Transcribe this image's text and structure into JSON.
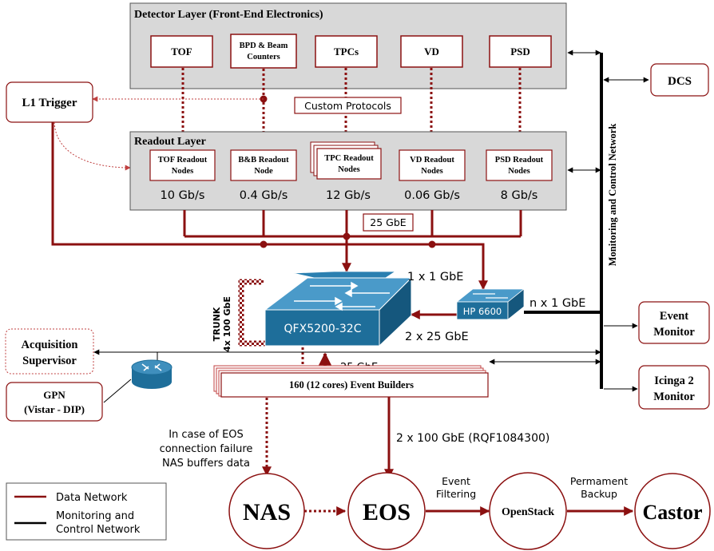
{
  "detector_layer": {
    "title": "Detector  Layer (Front-End Electronics)",
    "modules": [
      {
        "line1": "TOF",
        "line2": ""
      },
      {
        "line1": "BPD & Beam",
        "line2": "Counters"
      },
      {
        "line1": "TPCs",
        "line2": ""
      },
      {
        "line1": "VD",
        "line2": ""
      },
      {
        "line1": "PSD",
        "line2": ""
      }
    ]
  },
  "custom_protocols": "Custom Protocols",
  "readout_layer": {
    "title": "Readout Layer",
    "nodes": [
      {
        "line1": "TOF Readout",
        "line2": "Nodes",
        "rate": "10 Gb/s"
      },
      {
        "line1": "B&B Readout",
        "line2": "Node",
        "rate": "0.4 Gb/s"
      },
      {
        "line1": "TPC Readout",
        "line2": "Nodes",
        "rate": "12 Gb/s"
      },
      {
        "line1": "VD  Readout",
        "line2": "Nodes",
        "rate": "0.06 Gb/s"
      },
      {
        "line1": "PSD Readout",
        "line2": "Nodes",
        "rate": "8 Gb/s"
      }
    ],
    "link": "25 GbE"
  },
  "l1_trigger": "L1 Trigger",
  "dcs": "DCS",
  "monitoring_network_label": "Monitoring and Control Network",
  "switch_main": "QFX5200-32C",
  "switch_small": "HP 6600",
  "trunk": {
    "line1": "TRUNK",
    "line2": "4x 100 GbE"
  },
  "links": {
    "uplink": "1 x 1 GbE",
    "n_links": "n x 1 GbE",
    "hp_to_qfx": "2 x 25 GbE",
    "qfx_to_eb": "25 GbE",
    "eb_to_eos": "2 x 100 GbE (RQF1084300)"
  },
  "event_monitor": {
    "line1": "Event",
    "line2": "Monitor"
  },
  "icinga": {
    "line1": "Icinga 2",
    "line2": "Monitor"
  },
  "acquisition_supervisor": {
    "line1": "Acquisition",
    "line2": "Supervisor"
  },
  "gpn": {
    "line1": "GPN",
    "line2": "(Vistar - DIP)"
  },
  "event_builders": "160 (12 cores) Event Builders",
  "nas_note": [
    "In case of EOS",
    "connection failure",
    "NAS buffers data"
  ],
  "storage": {
    "nas": "NAS",
    "eos": "EOS",
    "openstack": "OpenStack",
    "castor": "Castor",
    "filtering": [
      "Event",
      "Filtering"
    ],
    "backup": [
      "Permament",
      "Backup"
    ]
  },
  "legend": {
    "data": "Data Network",
    "monitoring": [
      "Monitoring and",
      "Control Network"
    ]
  },
  "colors": {
    "data_network": "#8b1010",
    "monitoring_network": "#000000",
    "layer_fill": "#d8d8d8",
    "switch_blue": "#1e6e9a"
  }
}
